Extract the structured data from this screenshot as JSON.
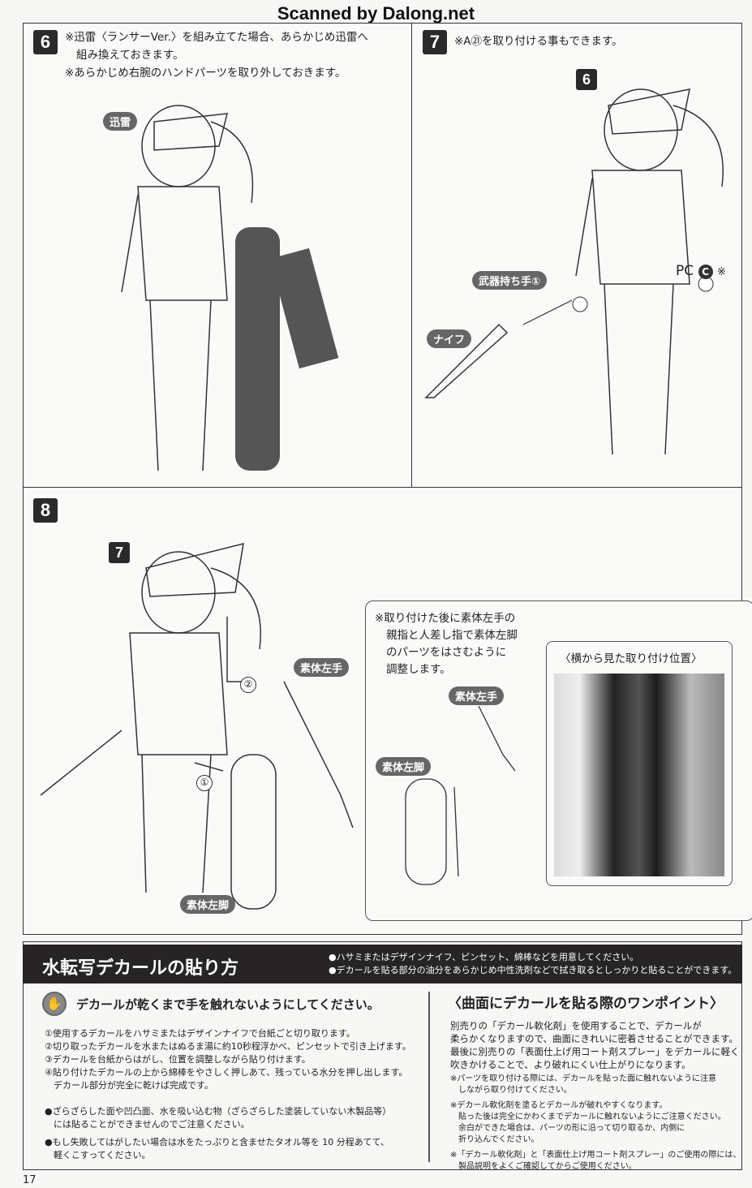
{
  "watermark": "Scanned by Dalong.net",
  "step6": {
    "number": "6",
    "notes": [
      "※迅雷〈ランサーVer.〉を組み立てた場合、あらかじめ迅雷へ",
      "組み換えておきます。",
      "※あらかじめ右腕のハンドパーツを取り外しておきます。"
    ],
    "label_part": "迅雷"
  },
  "step7": {
    "number": "7",
    "note": "※A㉑を取り付ける事もできます。",
    "sub_step": "6",
    "label_hand": "武器持ち手①",
    "label_knife": "ナイフ",
    "label_pc": "PC",
    "label_pc_letter": "C",
    "label_pc_mark": "※"
  },
  "step8": {
    "number": "8",
    "sub_step": "7",
    "circle1": "①",
    "circle2": "②",
    "label_left_hand": "素体左手",
    "label_left_leg": "素体左脚",
    "inset": {
      "notes": [
        "※取り付けた後に素体左手の",
        "親指と人差し指で素体左脚",
        "のパーツをはさむように",
        "調整します。"
      ],
      "label_left_hand": "素体左手",
      "label_left_leg": "素体左脚",
      "side_view_title": "〈横から見た取り付け位置〉"
    }
  },
  "decal": {
    "title": "水転写デカールの貼り方",
    "header_notes": [
      "●ハサミまたはデザインナイフ、ピンセット、綿棒などを用意してください。",
      "●デカールを貼る部分の油分をあらかじめ中性洗剤などで拭き取るとしっかりと貼ることができます。"
    ],
    "warning": "デカールが乾くまで手を触れないようにしてください。",
    "steps": [
      "①使用するデカールをハサミまたはデザインナイフで台紙ごと切り取ります。",
      "②切り取ったデカールを水またはぬるま湯に約10秒程浮かべ、ピンセットで引き上げます。",
      "③デカールを台紙からはがし、位置を調整しながら貼り付けます。",
      "④貼り付けたデカールの上から綿棒をやさしく押しあて、残っている水分を押し出します。",
      "　デカール部分が完全に乾けば完成です。"
    ],
    "cautions": [
      "●ざらざらした面や凹凸面、水を吸い込む物（ざらざらした塗装していない木製品等）",
      "　には貼ることができませんのでご注意ください。",
      "●もし失敗してはがしたい場合は水をたっぷりと含ませたタオル等を 10 分程あてて、",
      "　軽くこすってください。"
    ],
    "tip_title": "〈曲面にデカールを貼る際のワンポイント〉",
    "tip_body": [
      "別売りの「デカール軟化剤」を使用することで、デカールが",
      "柔らかくなりますので、曲面にきれいに密着させることができます。",
      "最後に別売りの「表面仕上げ用コート剤スプレー」をデカールに軽く",
      "吹きかけることで、より破れにくい仕上がりになります。"
    ],
    "tip_notes": [
      [
        "※パーツを取り付ける際には、デカールを貼った面に触れないように注意",
        "　しながら取り付けてください。"
      ],
      [
        "※デカール軟化剤を塗るとデカールが破れやすくなります。",
        "　貼った後は完全にかわくまでデカールに触れないようにご注意ください。",
        "　余白ができた場合は、パーツの形に沿って切り取るか、内側に",
        "　折り込んでください。"
      ],
      [
        "※「デカール軟化剤」と「表面仕上げ用コート剤スプレー」のご使用の際には、",
        "　製品説明をよくご確認してからご使用ください。"
      ]
    ]
  },
  "page_number": "17"
}
